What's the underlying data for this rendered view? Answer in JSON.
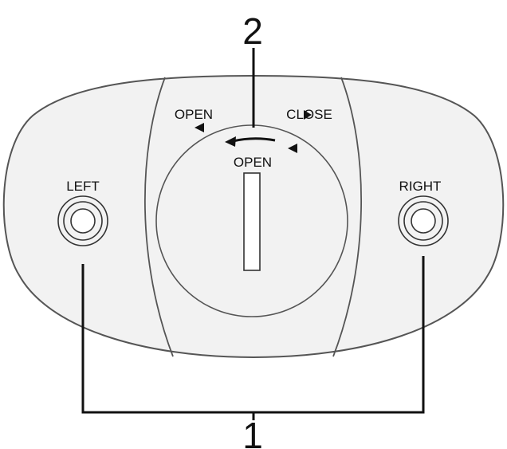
{
  "labels": {
    "left": "LEFT",
    "right": "RIGHT",
    "open_upper": "OPEN",
    "close_upper": "CLOSE",
    "open_center": "OPEN"
  },
  "callouts": {
    "top": "2",
    "bottom": "1"
  },
  "colors": {
    "outline": "#555555",
    "fill": "#f2f2f2",
    "leader": "#111111"
  }
}
